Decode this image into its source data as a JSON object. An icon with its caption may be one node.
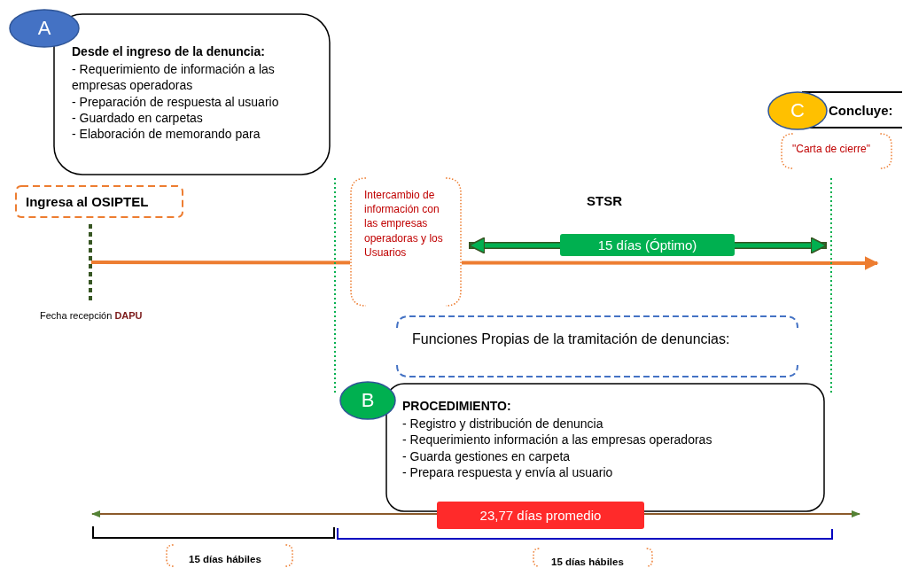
{
  "diagram": {
    "nodes": [
      {
        "text": [
          "A"
        ]
      },
      {
        "text": [
          "Desde el ingreso de la denuncia:",
          "- Requerimiento de información a las empresas operadoras",
          "- Preparación de respuesta al usuario",
          "- Guardado en carpetas",
          "- Elaboración de memorando para"
        ]
      },
      {
        "text": [
          "C"
        ]
      },
      {
        "text": [
          "Concluye:"
        ]
      },
      {
        "text": [
          "\"Carta de cierre\""
        ]
      },
      {
        "text": [
          "Ingresa al OSIPTEL"
        ]
      },
      {
        "text": [
          "Intercambio de información con las empresas operadoras y los Usuarios"
        ]
      },
      {
        "text": [
          "Funciones Propias de la tramitación de denuncias:"
        ]
      },
      {
        "text": [
          "B"
        ]
      },
      {
        "text": [
          "PROCEDIMIENTO:",
          "- Registro y distribución de denuncia",
          "- Requerimiento  información a las empresas operadoras",
          "- Guarda gestiones en carpeta",
          "- Prepara respuesta y envía al usuario"
        ]
      },
      {
        "text": [
          "15 días hábiles"
        ]
      },
      {
        "text": [
          "15 días hábiles"
        ]
      }
    ],
    "labels": [
      "STSR",
      "15 días (Óptimo)",
      "Fecha recepción **DAPU**",
      "23,77 días promedio"
    ]
  }
}
